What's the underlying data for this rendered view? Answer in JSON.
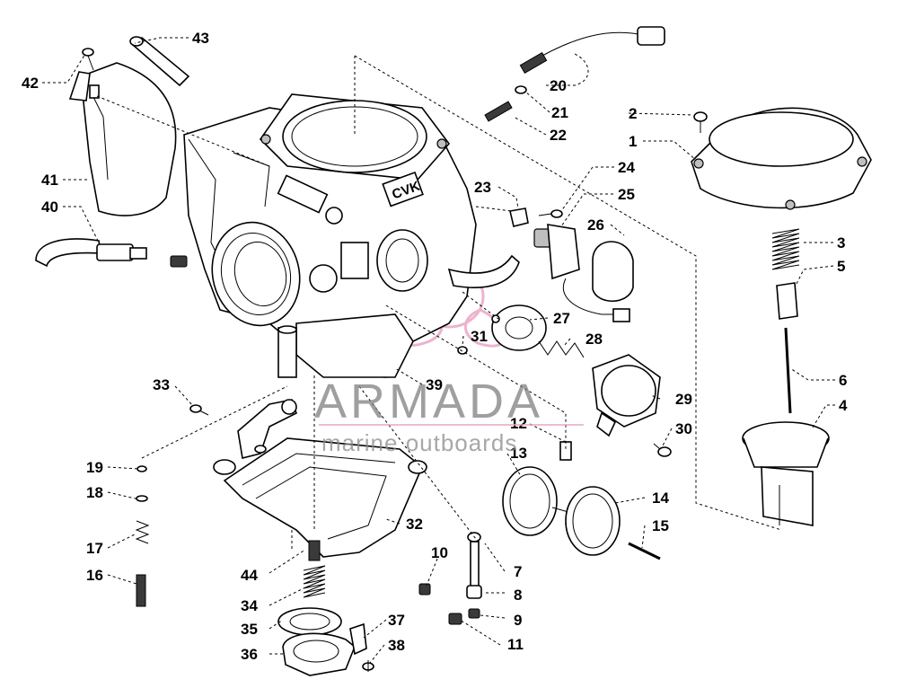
{
  "watermark": {
    "brand": "ARMADA",
    "tagline": "marine outboards",
    "accent_color": "#e9a6c6"
  },
  "carb_stamp": "CVK",
  "callouts": [
    "1",
    "2",
    "3",
    "4",
    "5",
    "6",
    "7",
    "8",
    "9",
    "10",
    "11",
    "12",
    "13",
    "14",
    "15",
    "16",
    "17",
    "18",
    "19",
    "20",
    "21",
    "22",
    "23",
    "24",
    "25",
    "26",
    "27",
    "28",
    "29",
    "30",
    "31",
    "32",
    "33",
    "34",
    "35",
    "36",
    "37",
    "38",
    "39",
    "40",
    "41",
    "42",
    "43",
    "44"
  ]
}
